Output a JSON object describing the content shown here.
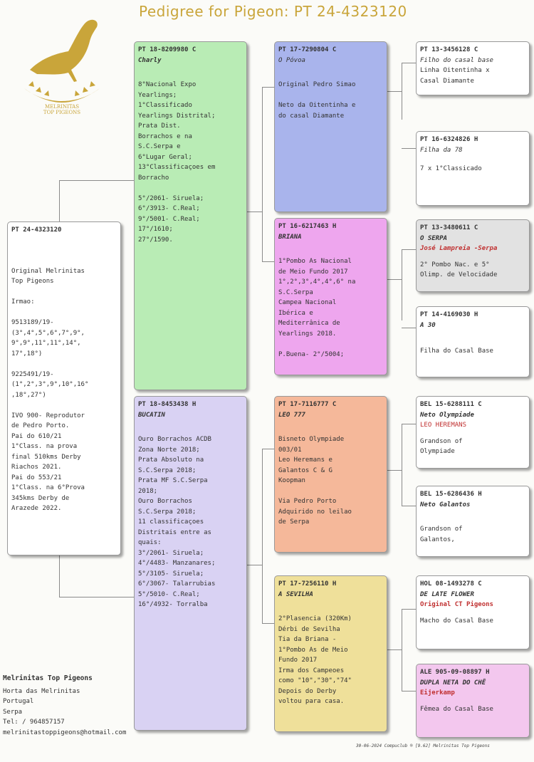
{
  "header": {
    "title": "Pedigree for Pigeon: PT  24-4323120"
  },
  "logo": {
    "line1": "MELRINITAS",
    "line2": "TOP PIGEONS"
  },
  "subject": {
    "id": "PT  24-4323120",
    "text": "Original Melrinitas\nTop Pigeons\n\nIrmao:\n\n9513189/19-\n(3°,4°,5°,6°,7°,9°,\n9°,9°,11°,11°,14°,\n17°,18°)\n\n9225491/19-\n(1°,2°,3°,9°,10°,16°\n,18°,27°)\n\nIVO 900- Reprodutor\nde Pedro Porto.\nPai do 610/21\n1°Class. na prova\nfinal 510kms Derby\nRiachos 2021.\nPai do 553/21\n1°Class. na 6°Prova\n345kms Derby de\nArazede 2022."
  },
  "sire": {
    "id": "PT  18-8209980 C",
    "name": "Charly",
    "text": "8°Nacional Expo\nYearlings;\n1°Classificado\nYearlings Distrital;\nPrata Dist.\nBorrachos e na\nS.C.Serpa e\n6°Lugar Geral;\n13°Classificaçoes em\nBorracho\n\n5°/2061- Siruela;\n6°/3913- C.Real;\n9°/5001- C.Real;\n17°/1610;\n27°/1590."
  },
  "dam": {
    "id": "PT  18-8453438 H",
    "name": "BUCATIN",
    "text": "Ouro Borrachos ACDB\nZona Norte 2018;\nPrata Absoluto na\nS.C.Serpa 2018;\nPrata MF S.C.Serpa\n2018;\nOuro Borrachos\nS.C.Serpa 2018;\n11 classificaçoes\nDistritais entre as\nquais:\n3°/2061- Siruela;\n4°/4483- Manzanares;\n5°/3105- Siruela;\n6°/3067- Talarrubias\n5°/5010- C.Real;\n16°/4932- Torralba"
  },
  "gp1": {
    "id": "PT  17-7290804 C",
    "name": "O Póvoa",
    "text": "Original Pedro Simao\n\nNeto da Oitentinha e\ndo casal Diamante"
  },
  "gp2": {
    "id": "PT  16-6217463 H",
    "name": "BRIANA",
    "text": "1°Pombo As Nacional\nde Meio Fundo 2017\n1°,2°,3°,4°,4°,6° na\nS.C.Serpa\nCampea Nacional\nIbérica e\nMediterrânica de\nYearlings 2018.\n\nP.Buena- 2°/5004;"
  },
  "gp3": {
    "id": "PT  17-7116777 C",
    "name": "LEO 777",
    "text": "Bisneto Olympiade\n003/01\nLeo Heremans e\nGalantos C & G\nKoopman\n\nVia Pedro Porto\nAdquirido no leilao\nde Serpa"
  },
  "gp4": {
    "id": "PT  17-7256110 H",
    "name": "A SEVILHA",
    "text": "2°Plasencia (320Km)\nDérbi de Sevilha\nTia da Briana -\n1°Pombo As de Meio\nFundo 2017\nIrma dos Campeoes\ncomo \"10\",\"30\",\"74\"\nDepois do Derby\nvoltou para casa."
  },
  "ggp1": {
    "id": "PT  13-3456128 C",
    "name": "Filho do casal base",
    "breeder": "",
    "text": "Linha Oitentinha x\nCasal Diamante"
  },
  "ggp2": {
    "id": "PT  16-6324826 H",
    "name": "Filha da 78",
    "breeder": "",
    "text": "7 x 1°Classicado"
  },
  "ggp3": {
    "id": "PT  13-3480611 C",
    "name": "O SERPA",
    "breeder": "José Lampreia -Serpa",
    "text": "2° Pombo Nac. e 5°\nOlimp. de Velocidade"
  },
  "ggp4": {
    "id": "PT  14-4169030 H",
    "name": "A 30",
    "breeder": "",
    "text": "Filha do Casal Base"
  },
  "ggp5": {
    "id": "BEL 15-6288111 C",
    "name": "Neto Olympiade",
    "breeder": "LEO HEREMANS",
    "text": "Grandson of\nOlympiade"
  },
  "ggp6": {
    "id": "BEL 15-6286436 H",
    "name": "Neto Galantos",
    "breeder": "",
    "text": "Grandson of\nGalantos,"
  },
  "ggp7": {
    "id": "HOL 08-1493278 C",
    "name": "DE LATE FLOWER",
    "breeder": "Original CT Pigeons",
    "text": "Macho do Casal Base"
  },
  "ggp8": {
    "id": "ALE 905-09-08897 H",
    "name": "DUPLA NETA DO CHÊ",
    "breeder": "Eijerkamp",
    "text": "Fêmea do Casal Base"
  },
  "breeder_info": {
    "name": "Melrinitas Top Pigeons",
    "address1": "Horta das Melrinitas",
    "country": "Portugal",
    "city": "Serpa",
    "phone": "Tel:  / 964857157",
    "email": "melrinitastoppigeons@hotmail.com"
  },
  "footer": {
    "text": "30-06-2024   Compuclub ® [9.62]  Melrinitas Top Pigeons"
  },
  "colors": {
    "subject": "#ffffff",
    "sire": "#b9ecb5",
    "dam": "#d9d2f3",
    "gp1": "#a9b4ec",
    "gp2": "#eea6ee",
    "gp3": "#f5b89a",
    "gp4": "#efe09a",
    "ggp_male": "#ffffff",
    "ggp3": "#e2e2e2",
    "ggp8": "#f3c7ee",
    "gold": "#c9a53a"
  }
}
